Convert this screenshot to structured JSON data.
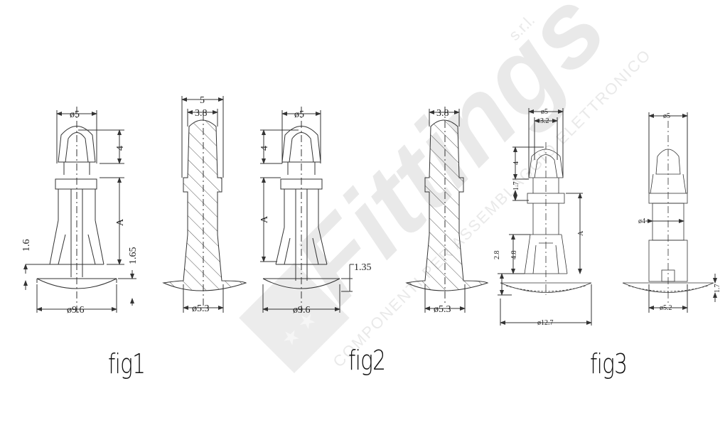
{
  "watermark": {
    "brand": "Fittings",
    "suffix": "s.r.l.",
    "tagline": "COMPONENTI PER ASSEMBLAGGIO ELETTRONICO",
    "color": "#e6e6e6"
  },
  "figures": [
    {
      "caption": "fig1",
      "views": [
        {
          "name": "elevation",
          "dimensions": {
            "top_diameter": "ø5",
            "head_height": "4",
            "length": "A",
            "left_tip": "1.6",
            "right_tip": "1.65",
            "base_diameter": "ø9.6"
          }
        },
        {
          "name": "section",
          "dimensions": {
            "overall_width": "5",
            "head_width": "3.8",
            "base_diameter": "ø5.3"
          }
        }
      ]
    },
    {
      "caption": "fig2",
      "views": [
        {
          "name": "elevation",
          "dimensions": {
            "top_diameter": "ø5",
            "head_height": "4",
            "length": "A",
            "base_thickness": "1.35",
            "base_diameter": "ø9.6"
          }
        },
        {
          "name": "section",
          "dimensions": {
            "head_width": "3.8",
            "base_diameter": "ø5.3"
          }
        }
      ]
    },
    {
      "caption": "fig3",
      "views": [
        {
          "name": "elevation",
          "dimensions": {
            "top_diameter": "ø5",
            "inner_width": "3.2",
            "head_height": "4",
            "neck_height": "1.7",
            "length": "A",
            "leg_height": "4.8",
            "base_height": "2.8",
            "base_diameter": "ø12.7"
          }
        },
        {
          "name": "side",
          "dimensions": {
            "top_diameter": "ø5",
            "shaft_diameter": "ø4",
            "base_diameter": "ø5.2",
            "base_thickness": "1.7"
          }
        }
      ]
    }
  ],
  "colors": {
    "line": "#333333",
    "hatch": "#555555",
    "watermark": "#e8e8e8"
  }
}
